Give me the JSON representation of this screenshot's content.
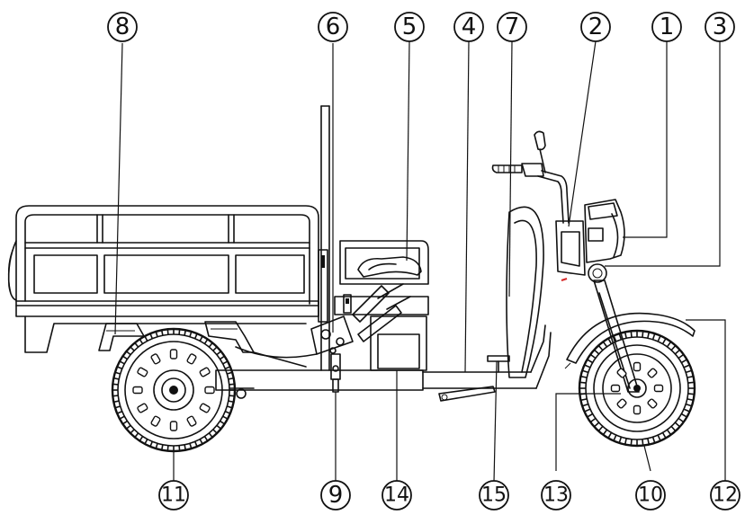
{
  "callouts": {
    "c1": "1",
    "c2": "2",
    "c3": "3",
    "c4": "4",
    "c5": "5",
    "c6": "6",
    "c7": "7",
    "c8": "8",
    "c9": "9",
    "c10": "10",
    "c11": "11",
    "c12": "12",
    "c13": "13",
    "c14": "14",
    "c15": "15"
  },
  "colors": {
    "line": "#111111",
    "background": "#ffffff",
    "accent_mark": "#d62828"
  }
}
